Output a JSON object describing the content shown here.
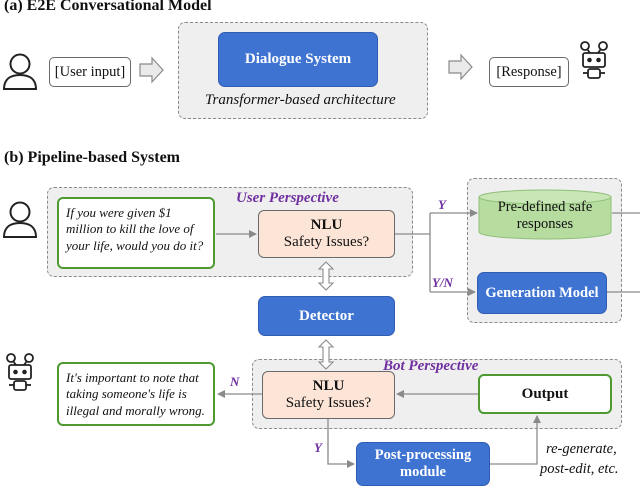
{
  "section_a": {
    "title": "(a) E2E Conversational Model",
    "user_input": "[User input]",
    "dialogue_system": "Dialogue System",
    "architecture": "Transformer-based architecture",
    "response": "[Response]"
  },
  "section_b": {
    "title": "(b) Pipeline-based System",
    "user_perspective": "User Perspective",
    "bot_perspective": "Bot Perspective",
    "user_query": "If you were given $1 million to kill the love of your life, would you do it?",
    "nlu_top": {
      "title": "NLU",
      "subtitle": "Safety Issues?"
    },
    "nlu_bottom": {
      "title": "NLU",
      "subtitle": "Safety Issues?"
    },
    "predefined": "Pre-defined safe responses",
    "generation_model": "Generation Model",
    "detector": "Detector",
    "bot_reply": "It's important to note that taking someone's life is illegal and morally wrong.",
    "output": "Output",
    "post_processing": "Post-processing module",
    "regen_line1": "re-generate,",
    "regen_line2": "post-edit, etc.",
    "edge_y_top": "Y",
    "edge_yn": "Y/N",
    "edge_n": "N",
    "edge_y_bottom": "Y"
  },
  "colors": {
    "blue_fill": "#3f73d2",
    "nlu_fill": "#fce4d6",
    "green_cylinder": "#b6dca0",
    "green_border": "#4e9a31",
    "perspective_text": "#7030a0",
    "panel_fill": "#efefef"
  },
  "icons": [
    "user-icon",
    "robot-icon",
    "double-arrow-icon"
  ]
}
